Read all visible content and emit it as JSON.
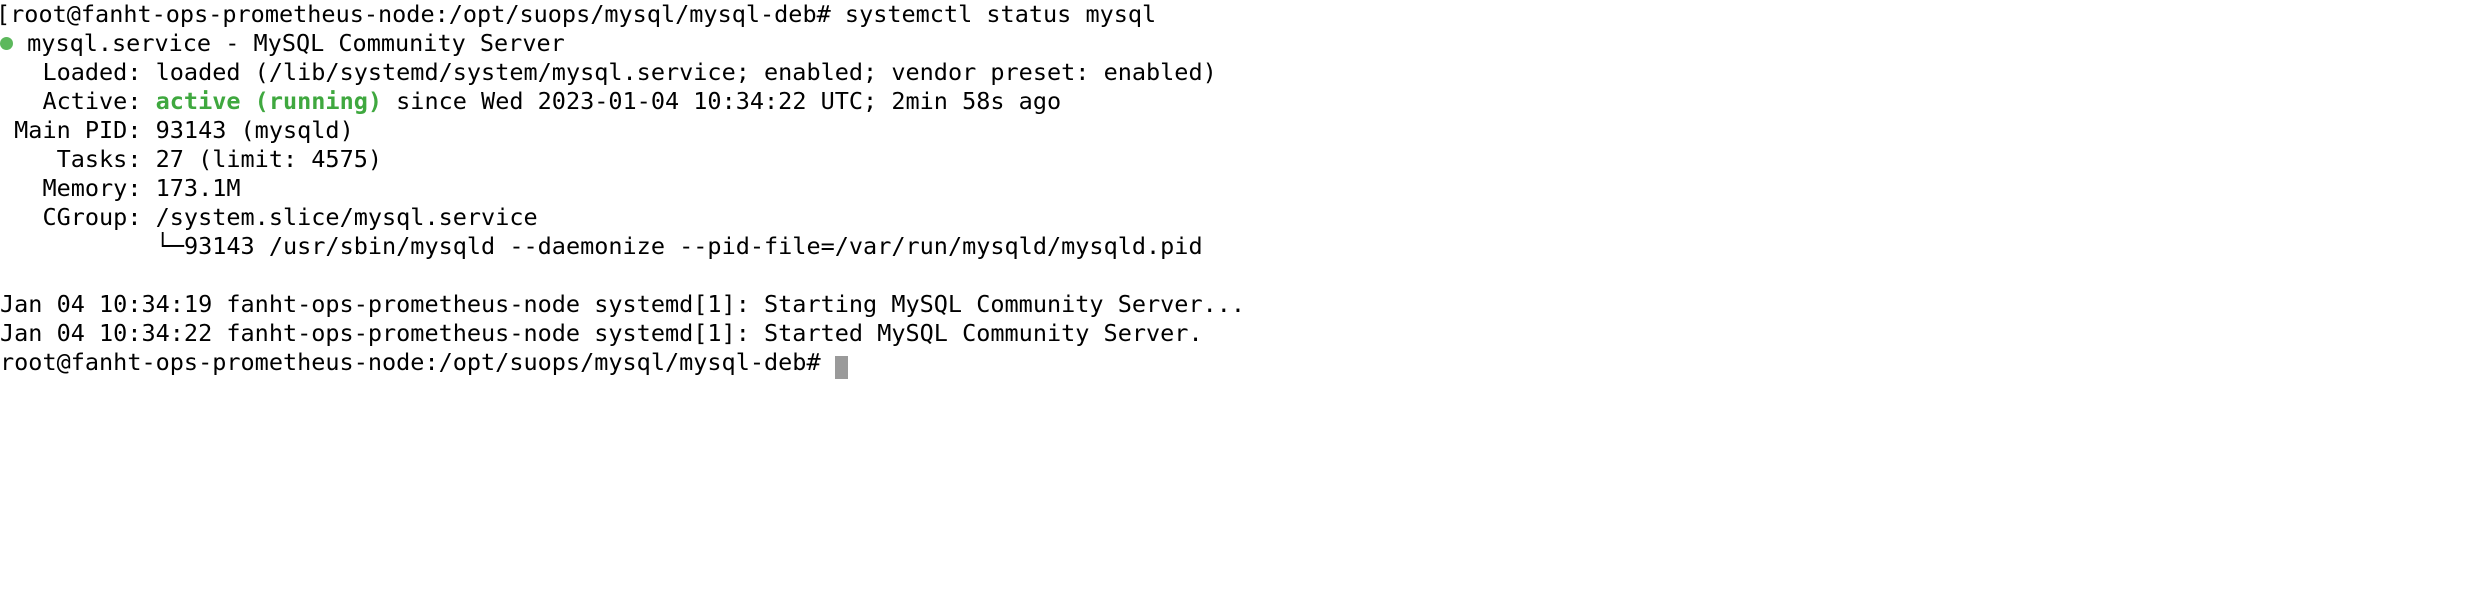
{
  "terminal": {
    "window_title": "systemctl status mysql",
    "background_color": "#ffffff",
    "foreground_color": "#000000",
    "accent_green": "#3fa83f",
    "dot_green": "#5cb85c",
    "cursor_color": "#9a9a9a",
    "prompt": "root@fanht-ops-prometheus-node:/opt/suops/mysql/mysql-deb#",
    "hostname": "fanht-ops-prometheus-node",
    "user": "root",
    "cwd": "/opt/suops/mysql/mysql-deb"
  },
  "command_line": {
    "leading_bracket": "[",
    "prompt": "root@fanht-ops-prometheus-node:/opt/suops/mysql/mysql-deb#",
    "space": " ",
    "command": "systemctl status mysql"
  },
  "unit_header": {
    "dot_label": "active-status-dot",
    "text": " mysql.service - MySQL Community Server",
    "unit_name": "mysql.service",
    "description": "MySQL Community Server"
  },
  "fields": [
    {
      "key": "   Loaded: ",
      "value": "loaded (/lib/systemd/system/mysql.service; enabled; vendor preset: enabled)"
    },
    {
      "key": "   Active: ",
      "value_green": "active (running)",
      "value_rest": " since Wed 2023-01-04 10:34:22 UTC; 2min 58s ago"
    },
    {
      "key": " Main PID: ",
      "value": "93143 (mysqld)"
    },
    {
      "key": "    Tasks: ",
      "value": "27 (limit: 4575)"
    },
    {
      "key": "   Memory: ",
      "value": "173.1M"
    },
    {
      "key": "   CGroup: ",
      "value": "/system.slice/mysql.service"
    }
  ],
  "cgroup_tree": {
    "indent": "           ",
    "branch": "└─",
    "entry": "93143 /usr/sbin/mysqld --daemonize --pid-file=/var/run/mysqld/mysqld.pid"
  },
  "journal_lines": [
    "Jan 04 10:34:19 fanht-ops-prometheus-node systemd[1]: Starting MySQL Community Server...",
    "Jan 04 10:34:22 fanht-ops-prometheus-node systemd[1]: Started MySQL Community Server."
  ],
  "final_prompt": {
    "prompt": "root@fanht-ops-prometheus-node:/opt/suops/mysql/mysql-deb#",
    "space": " ",
    "cursor": "block-cursor"
  }
}
